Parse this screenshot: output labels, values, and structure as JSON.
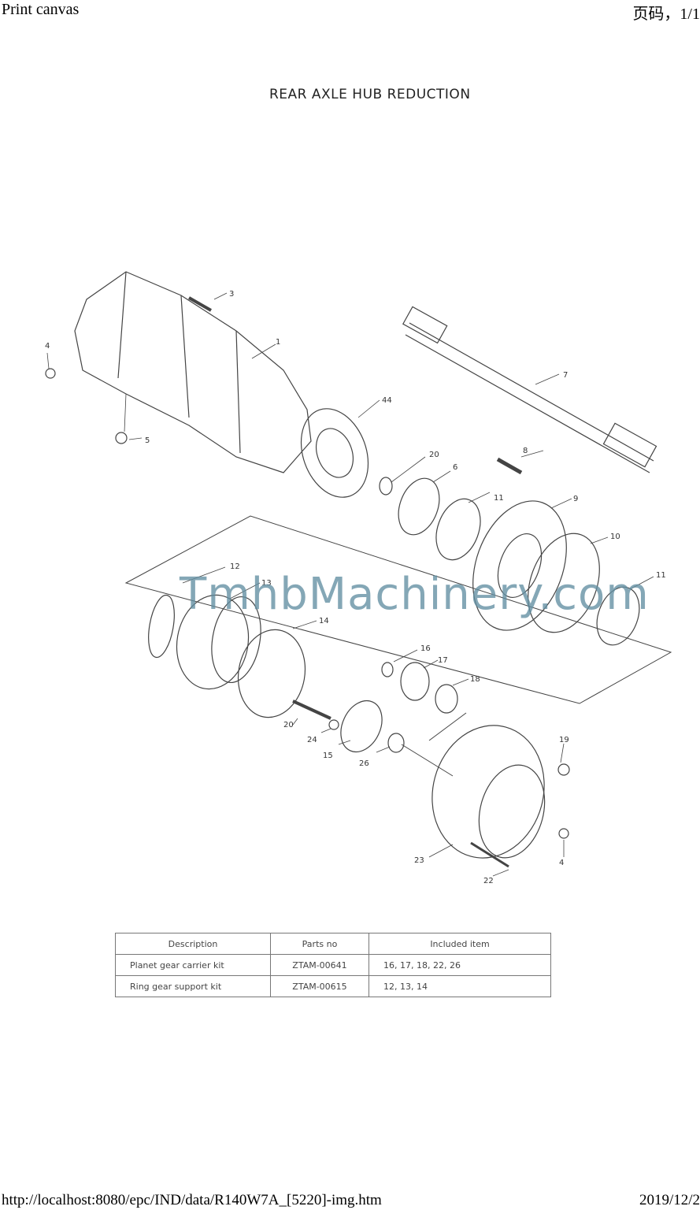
{
  "header": {
    "left": "Print canvas",
    "right": "页码，1/1"
  },
  "footer": {
    "left": "http://localhost:8080/epc/IND/data/R140W7A_[5220]-img.htm",
    "right": "2019/12/2"
  },
  "title": "REAR AXLE HUB REDUCTION",
  "watermark": "TmhbMachinery.com",
  "callouts": [
    "1",
    "3",
    "4",
    "5",
    "44",
    "7",
    "20",
    "6",
    "8",
    "11",
    "9",
    "10",
    "11",
    "12",
    "13",
    "14",
    "16",
    "17",
    "18",
    "19",
    "20",
    "24",
    "15",
    "26",
    "4",
    "23",
    "22"
  ],
  "table": {
    "headers": [
      "Description",
      "Parts no",
      "Included item"
    ],
    "rows": [
      [
        "Planet gear carrier kit",
        "ZTAM-00641",
        "16, 17, 18, 22, 26"
      ],
      [
        "Ring gear support kit",
        "ZTAM-00615",
        "12, 13, 14"
      ]
    ]
  },
  "colors": {
    "watermark": "#628ea2",
    "line": "#444444"
  }
}
